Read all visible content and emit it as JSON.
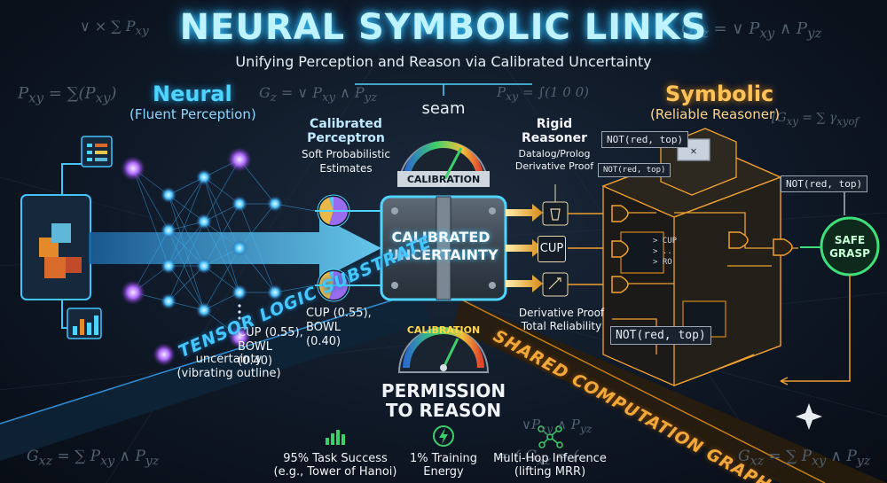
{
  "title": "NEURAL SYMBOLIC LINKS",
  "subtitle": "Unifying Perception and Reason via Calibrated Uncertainty",
  "neural": {
    "heading": "Neural",
    "subheading": "(Fluent Perception)"
  },
  "symbolic": {
    "heading": "Symbolic",
    "subheading": "(Reliable Reasoner)"
  },
  "perceptron": {
    "title_line1": "Calibrated",
    "title_line2": "Perceptron",
    "desc_line1": "Soft Probabilistic",
    "desc_line2": "Estimates"
  },
  "outputs": {
    "right_line1": "CUP (0.55),",
    "right_line2": "BOWL (0.40)",
    "left_line1": "CUP (0.55),",
    "left_line2": "BOWL (0.40)",
    "uncertainty_line1": "uncertainty",
    "uncertainty_line2": "(vibrating outline)"
  },
  "seam": "seam",
  "gauges": {
    "top_label": "CALIBRATION",
    "bottom_label": "CALIBRATION"
  },
  "hinge": {
    "line1": "CALIBRATED",
    "line2": "UNCERTAINTY"
  },
  "permission": {
    "line1": "PERMISSION",
    "line2": "TO REASON"
  },
  "reasoner": {
    "title_line1": "Rigid",
    "title_line2": "Reasoner",
    "desc_line1": "Datalog/Prolog",
    "desc_line2": "Derivative Proof",
    "cup_label": "CUP",
    "proof_line1": "Derivative Proof",
    "proof_line2": "Total Reliability"
  },
  "constraints": {
    "top": "NOT(red, top)",
    "small": "NOT(red, top)",
    "right": "NOT(red, top)",
    "bottom": "NOT(red, top)"
  },
  "output_node": {
    "line1": "SAFE",
    "line2": "GRASP"
  },
  "substrate_left": "TENSOR LOGIC SUBSTRATE",
  "substrate_right": "SHARED COMPUTATION GRAPH",
  "machine_screen": {
    "line1": "> CUP",
    "line2": "> ..",
    "line3": "> RO"
  },
  "stats": [
    {
      "line1": "95% Task Success",
      "line2": "(e.g., Tower of Hanoi)",
      "icon": "bar-chart-icon"
    },
    {
      "line1": "1% Training",
      "line2": "Energy",
      "icon": "lightning-icon"
    },
    {
      "line1": "Multi-Hop Inference",
      "line2": "(lifting MRR)",
      "icon": "network-icon"
    }
  ],
  "pie_chart_data": [
    {
      "type": "pie",
      "values": [
        0.55,
        0.4,
        0.05
      ]
    },
    {
      "type": "pie",
      "values": [
        0.55,
        0.4,
        0.05
      ]
    }
  ],
  "colors": {
    "neural": "#4fd3ff",
    "symbolic": "#ffc35a",
    "gauge_green": "#3fcf6a",
    "safe": "#3fe07a"
  }
}
